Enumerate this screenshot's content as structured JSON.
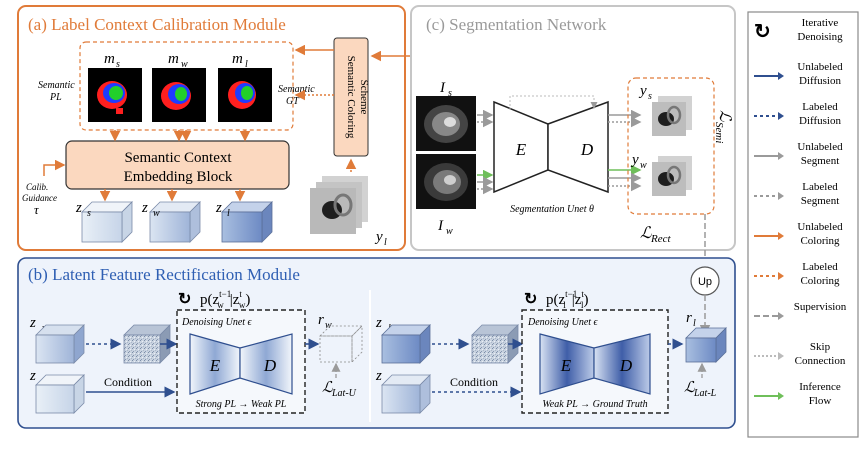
{
  "panels": {
    "a": {
      "title": "(a) Label Context Calibration Module"
    },
    "b": {
      "title": "(b) Latent Feature Rectification Module"
    },
    "c": {
      "title": "(c) Segmentation Network"
    }
  },
  "module_a": {
    "mask_s": "m",
    "mask_s_sub": "s",
    "mask_w": "m",
    "mask_w_sub": "w",
    "mask_l": "m",
    "mask_l_sub": "l",
    "semantic_pl_1": "Semantic",
    "semantic_pl_2": "PL",
    "semantic_gt_1": "Semantic",
    "semantic_gt_2": "GT",
    "coloring_scheme_1": "Semantic Coloring",
    "coloring_scheme_2": "Scheme",
    "embed_block_1": "Semantic Context",
    "embed_block_2": "Embedding Block",
    "calib_1": "Calib.",
    "calib_2": "Guidance",
    "calib_tau": "τ",
    "z_s": "z",
    "z_s_sub": "s",
    "z_w": "z",
    "z_w_sub": "w",
    "z_l": "z",
    "z_l_sub": "l",
    "y_l": "y",
    "y_l_sub": "l"
  },
  "module_c": {
    "i_s": "I",
    "i_s_sub": "s",
    "i_w": "I",
    "i_w_sub": "w",
    "enc": "E",
    "dec": "D",
    "unet_label": "Segmentation Unet θ",
    "y_s": "y",
    "y_s_sub": "s",
    "y_w": "y",
    "y_w_sub": "w",
    "l_semi": "ℒ",
    "l_semi_sub": "Semi",
    "l_rect": "ℒ",
    "l_rect_sub": "Rect",
    "up": "Up"
  },
  "module_b": {
    "left": {
      "z_in": "z",
      "z_in_sub": "w",
      "z_cond": "z",
      "z_cond_sub": "s",
      "condition": "Condition",
      "prob": "p(z",
      "prob_sup1": "t−1",
      "prob_sub1": "w",
      "prob_mid": "|z",
      "prob_sup2": "t",
      "prob_sub2": "w",
      "prob_end": ")",
      "denoise": "Denoising Unet ϵ",
      "enc": "E",
      "dec": "D",
      "bottom": "Strong PL → Weak PL",
      "r": "r",
      "r_sub": "w",
      "loss": "ℒ",
      "loss_sub": "Lat-U"
    },
    "right": {
      "z_in": "z",
      "z_in_sub": "l",
      "z_cond": "z",
      "z_cond_sub": "w",
      "condition": "Condition",
      "prob": "p(z",
      "prob_sup1": "t−1",
      "prob_sub1": "l",
      "prob_mid": "|z",
      "prob_sup2": "t",
      "prob_sub2": "l",
      "prob_end": ")",
      "denoise": "Denoising Unet ϵ",
      "enc": "E",
      "dec": "D",
      "bottom": "Weak PL → Ground Truth",
      "r": "r",
      "r_sub": "l",
      "loss": "ℒ",
      "loss_sub": "Lat-L"
    }
  },
  "legend": [
    {
      "label1": "Iterative",
      "label2": "Denoising",
      "icon": "iterative-denoising-icon"
    },
    {
      "label1": "Unlabeled",
      "label2": "Diffusion",
      "color": "#2f4f8f",
      "dash": "none"
    },
    {
      "label1": "Labeled",
      "label2": "Diffusion",
      "color": "#2f4f8f",
      "dash": "3,3"
    },
    {
      "label1": "Unlabeled",
      "label2": "Segment",
      "color": "#9a9a9a",
      "dash": "none"
    },
    {
      "label1": "Labeled",
      "label2": "Segment",
      "color": "#9a9a9a",
      "dash": "3,3"
    },
    {
      "label1": "Unlabeled",
      "label2": "Coloring",
      "color": "#e07b39",
      "dash": "none"
    },
    {
      "label1": "Labeled",
      "label2": "Coloring",
      "color": "#e07b39",
      "dash": "3,3"
    },
    {
      "label1": "Supervision",
      "label2": "",
      "color": "#9a9a9a",
      "dash": "6,3"
    },
    {
      "label1": "Skip",
      "label2": "Connection",
      "color": "#bbbbbb",
      "dash": "2,2"
    },
    {
      "label1": "Inference",
      "label2": "Flow",
      "color": "#6fbf5a",
      "dash": "none"
    }
  ],
  "colors": {
    "orange": "#e07b39",
    "blue": "#2f4f8f",
    "gray": "#9a9a9a",
    "green": "#6fbf5a",
    "panel_b_fill": "#eef3fb"
  }
}
